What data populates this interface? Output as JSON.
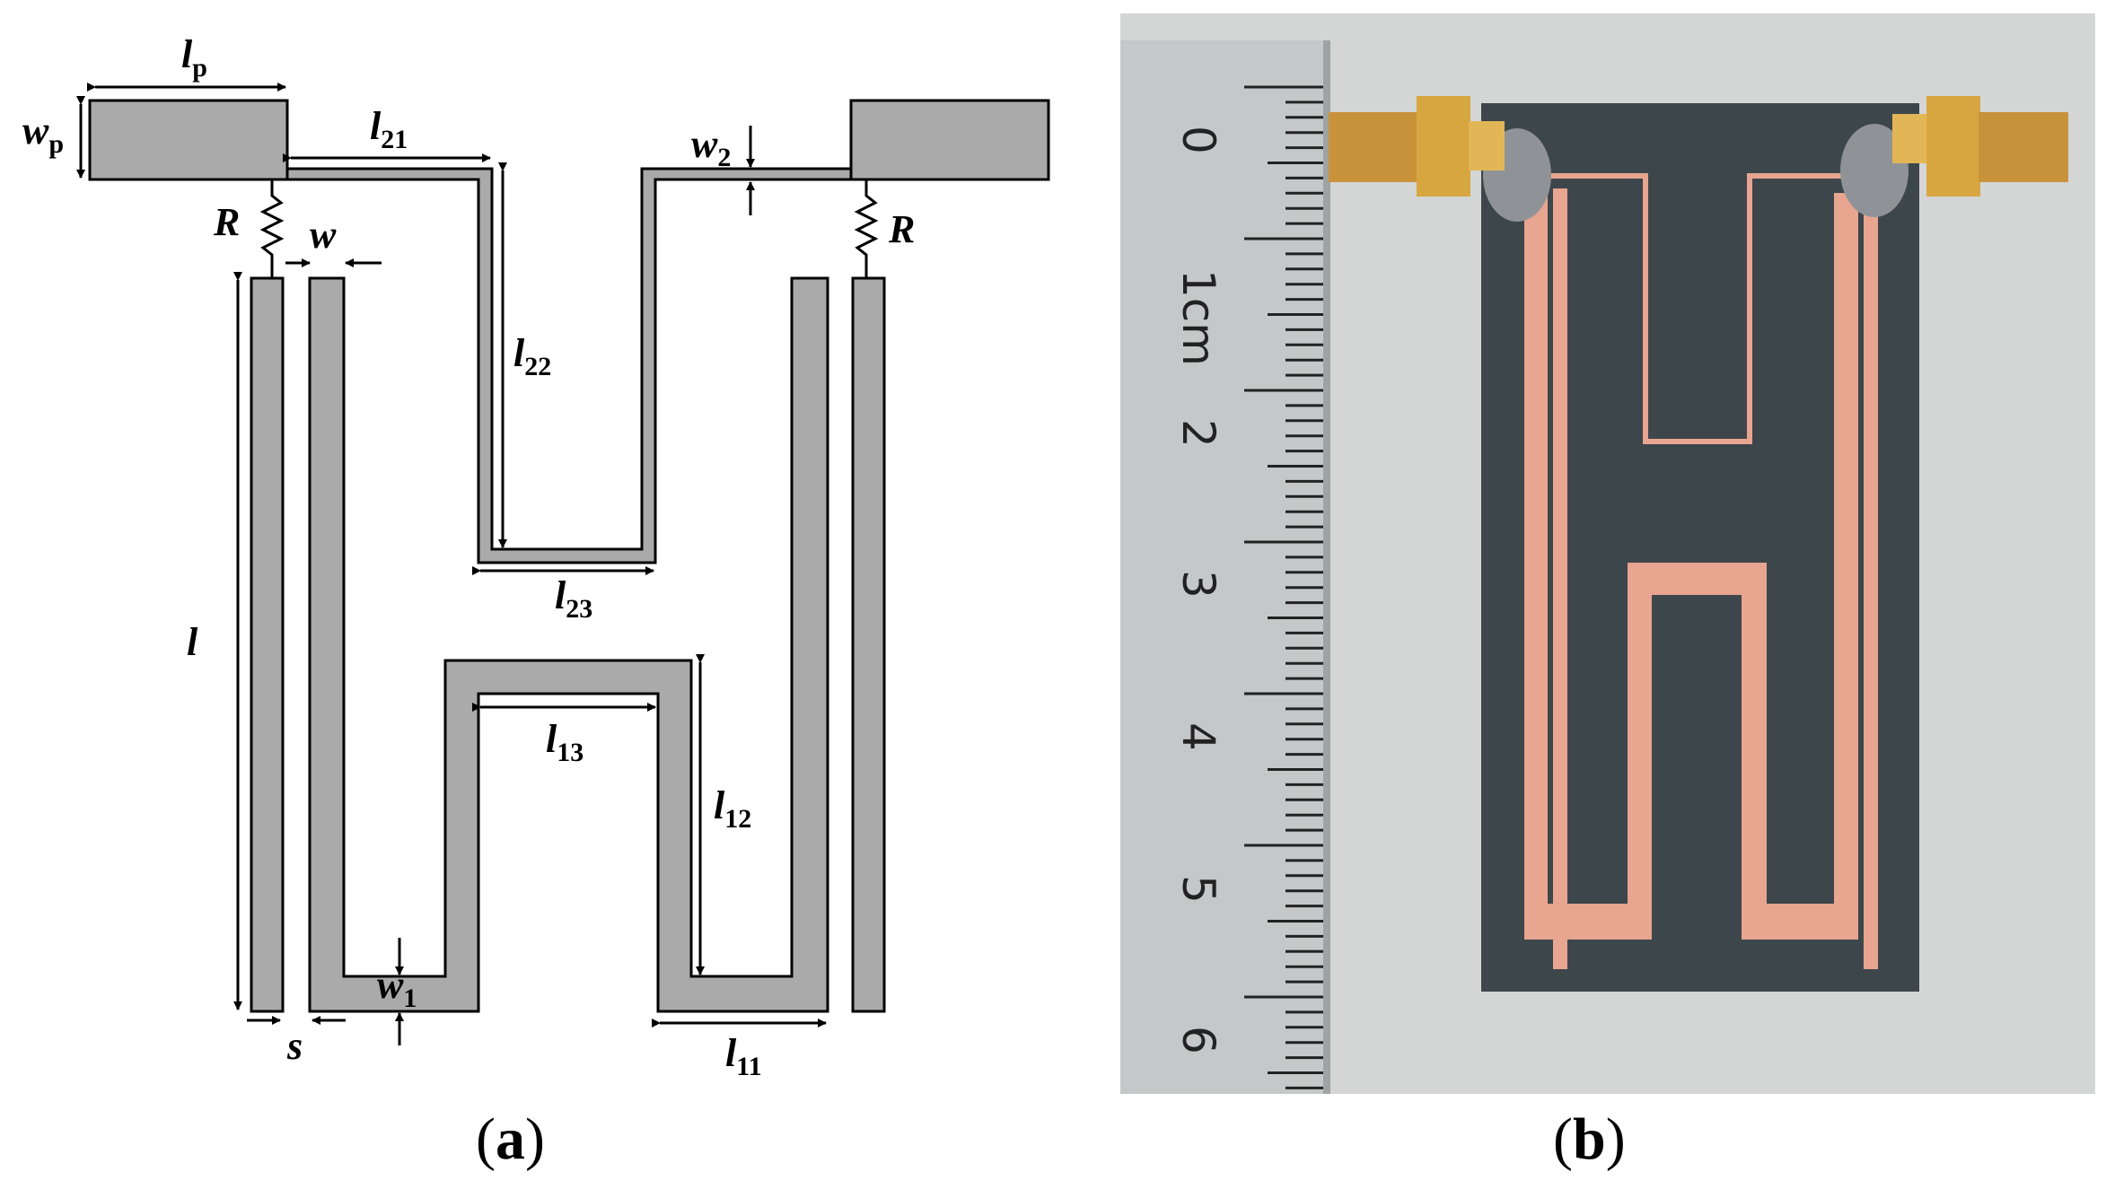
{
  "panel_a": {
    "caption": {
      "open": "(",
      "letter": "a",
      "close": ")"
    },
    "labels": {
      "lp": {
        "base": "l",
        "sub": "p"
      },
      "wp": {
        "base": "w",
        "sub": "p"
      },
      "l21": {
        "base": "l",
        "sub": "21"
      },
      "w2": {
        "base": "w",
        "sub": "2"
      },
      "l22": {
        "base": "l",
        "sub": "22"
      },
      "l23": {
        "base": "l",
        "sub": "23"
      },
      "l13": {
        "base": "l",
        "sub": "13"
      },
      "l12": {
        "base": "l",
        "sub": "12"
      },
      "l11": {
        "base": "l",
        "sub": "11"
      },
      "w1": {
        "base": "w",
        "sub": "1"
      },
      "R_left": "R",
      "R_right": "R",
      "w": "w",
      "l": "l",
      "s": "s"
    },
    "colors": {
      "trace_fill": "#aaaaaa",
      "trace_stroke": "#000000"
    }
  },
  "panel_b": {
    "caption": {
      "open": "(",
      "letter": "b",
      "close": ")"
    },
    "ruler_numbers": [
      "0",
      "1cm",
      "2",
      "3",
      "4",
      "5",
      "6"
    ],
    "colors": {
      "substrate": "#3d464b",
      "copper": "#e8a590",
      "background": "#d4d6d6",
      "ruler": "#c8cbcb",
      "connector": "#d8a640"
    }
  }
}
